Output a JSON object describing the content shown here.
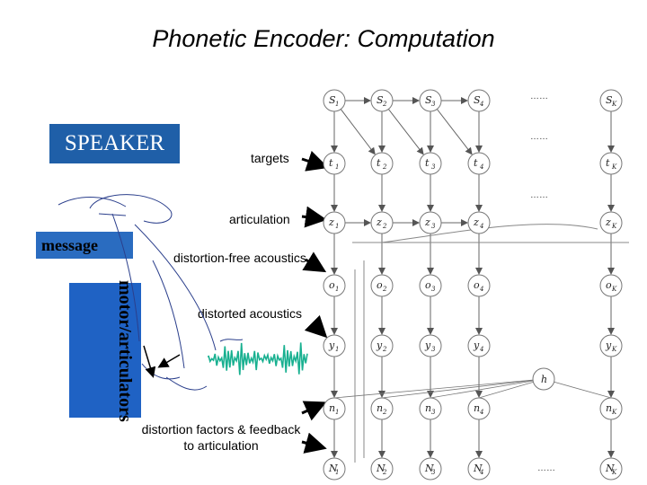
{
  "title": "Phonetic Encoder: Computation",
  "speaker_label": "SPEAKER",
  "message_label": "message",
  "motor_label": "motor/articulators",
  "labels": {
    "targets": "targets",
    "articulation": "articulation",
    "distortion_free": "distortion-free acoustics",
    "distorted": "distorted acoustics",
    "factors": "distortion factors & feedback to articulation"
  },
  "network": {
    "columns": [
      "1",
      "2",
      "3",
      "4",
      "K"
    ],
    "rows": [
      {
        "letter": "S"
      },
      {
        "letter": "t"
      },
      {
        "letter": "z"
      },
      {
        "letter": "o"
      },
      {
        "letter": "y"
      },
      {
        "letter": "n"
      },
      {
        "letter": "N"
      }
    ],
    "hidden_node": "h",
    "ellipsis": "……"
  },
  "colors": {
    "speaker_box": "#1f5fa8",
    "message_box": "#2a6cc0",
    "motor_box": "#1f62c4",
    "waveform": "#18b090"
  }
}
